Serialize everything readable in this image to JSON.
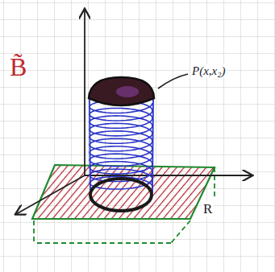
{
  "diagram": {
    "labels": [
      "B̃",
      "P(x,x₂)",
      "R"
    ]
  }
}
